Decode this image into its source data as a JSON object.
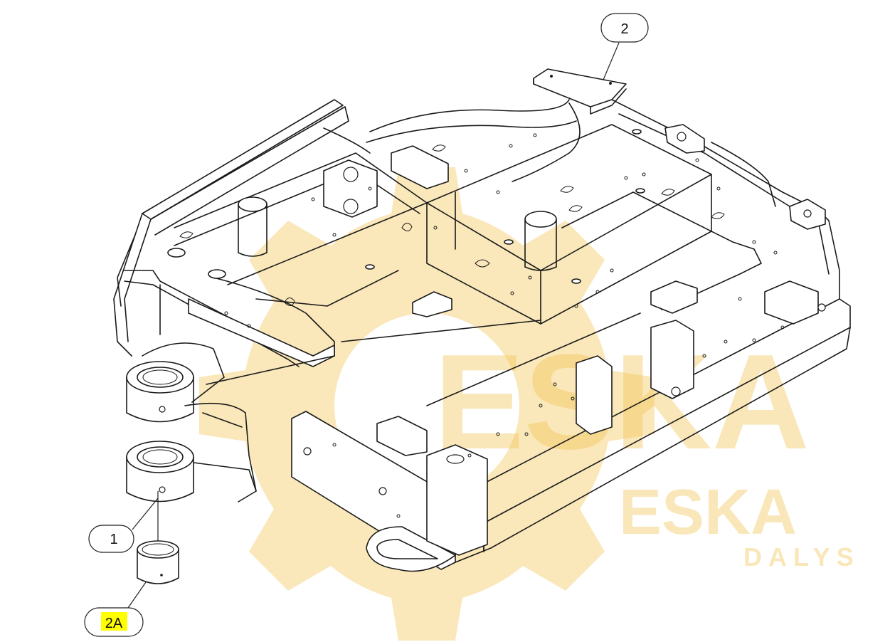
{
  "callouts": [
    {
      "id": "1",
      "label": "1",
      "highlighted": false
    },
    {
      "id": "2",
      "label": "2",
      "highlighted": false
    },
    {
      "id": "2a",
      "label": "2A",
      "highlighted": true
    }
  ],
  "watermark": {
    "brand": "ESKA",
    "sub": "DALYS",
    "color": "#f2c14a"
  },
  "colors": {
    "line": "#1a1a1a",
    "highlight": "#ffff00"
  }
}
